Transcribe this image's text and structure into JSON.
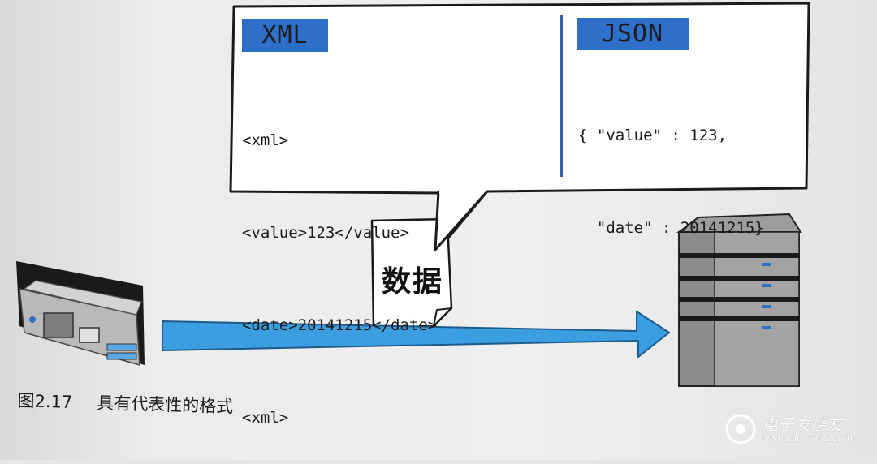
{
  "xml_panel": {
    "badge": "XML",
    "lines": [
      "<xml>",
      "<value>123</value>",
      "<date>20141215</date>",
      "<xml>"
    ]
  },
  "json_panel": {
    "badge": "JSON",
    "lines": [
      "{ \"value\" : 123,",
      "  \"date\" : 20141215}"
    ]
  },
  "document": {
    "label": "数据"
  },
  "caption": {
    "number": "图2.17",
    "text": "具有代表性的格式"
  },
  "watermark": {
    "name": "电子发烧友",
    "url": "www.elecfans.com"
  },
  "colors": {
    "badge": "#2e6fc9",
    "arrow": "#3a9ee0",
    "divider": "#3b5fb0"
  },
  "icons": [
    "router-device-icon",
    "document-icon",
    "server-rack-icon",
    "arrow-right-icon",
    "watermark-logo-icon"
  ]
}
